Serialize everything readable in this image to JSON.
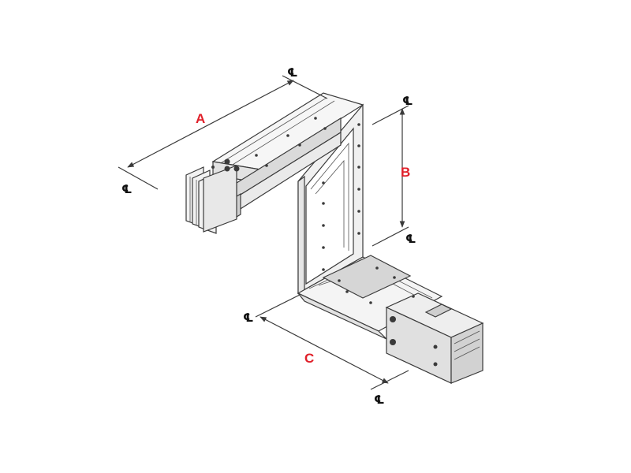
{
  "diagram": {
    "centerline_symbol": "℄",
    "dimensions": {
      "a": {
        "label": "A"
      },
      "b": {
        "label": "B"
      },
      "c": {
        "label": "C"
      }
    },
    "colors": {
      "dimension_label": "#e0202a",
      "line": "#3a3a3a",
      "face_light": "#f4f4f4",
      "face_mid": "#e4e4e4",
      "face_dark": "#cfcfcf"
    }
  }
}
